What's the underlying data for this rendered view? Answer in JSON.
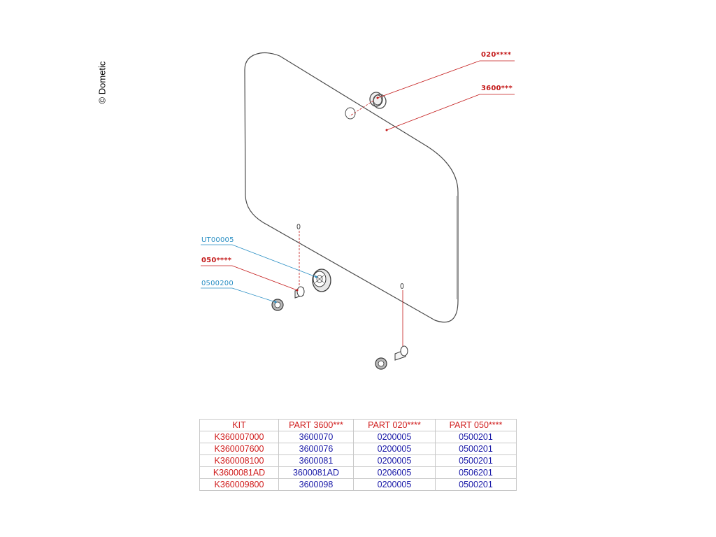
{
  "copyright": "© Dometic",
  "callouts": {
    "p020": "020****",
    "p3600": "3600***",
    "ut": "UT00005",
    "p050": "050****",
    "p0500200": "0500200"
  },
  "colors": {
    "red": "#c41a1a",
    "blue": "#2a8fc4",
    "table_blue": "#1a1aa8",
    "outline": "#4a4a4a"
  },
  "table": {
    "headers": [
      "KIT",
      "PART 3600***",
      "PART 020****",
      "PART 050****"
    ],
    "rows": [
      [
        "K360007000",
        "3600070",
        "0200005",
        "0500201"
      ],
      [
        "K360007600",
        "3600076",
        "0200005",
        "0500201"
      ],
      [
        "K360008100",
        "3600081",
        "0200005",
        "0500201"
      ],
      [
        "K3600081AD",
        "3600081AD",
        "0206005",
        "0506201"
      ],
      [
        "K360009800",
        "3600098",
        "0200005",
        "0500201"
      ]
    ]
  }
}
